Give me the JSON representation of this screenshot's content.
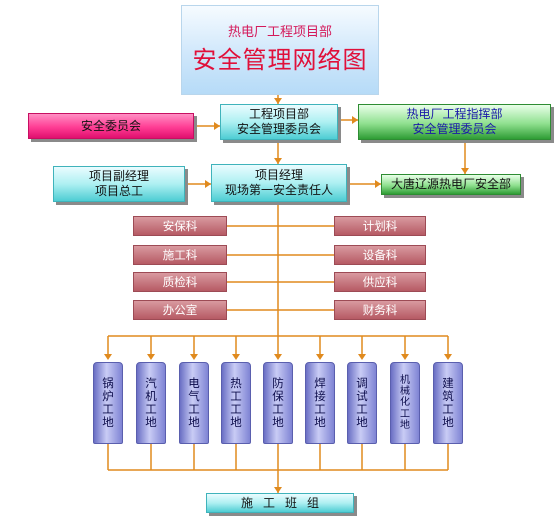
{
  "title": {
    "subtitle": "热电厂工程项目部",
    "main": "安全管理网络图"
  },
  "center_top": {
    "line1": "工程项目部",
    "line2": "安全管理委员会"
  },
  "left_committee": "安全委员会",
  "right_committee": {
    "line1": "热电厂工程指挥部",
    "line2": "安全管理委员会"
  },
  "manager": {
    "line1": "项目经理",
    "line2": "现场第一安全责任人"
  },
  "deputy": {
    "line1": "项目副经理",
    "line2": "项目总工"
  },
  "plant_safety": "大唐辽源热电厂安全部",
  "departments_left": [
    "安保科",
    "施工科",
    "质检科",
    "办公室"
  ],
  "departments_right": [
    "计划科",
    "设备科",
    "供应科",
    "财务科"
  ],
  "teams": [
    "锅炉工地",
    "汽机工地",
    "电气工地",
    "热工工地",
    "防保工地",
    "焊接工地",
    "调试工地",
    "机械化工地",
    "建筑工地"
  ],
  "bottom": "施工班组",
  "colors": {
    "connector": "#e08a1e",
    "title": "#e0103a",
    "team": "#7f84d4",
    "department": "#b65a64"
  }
}
